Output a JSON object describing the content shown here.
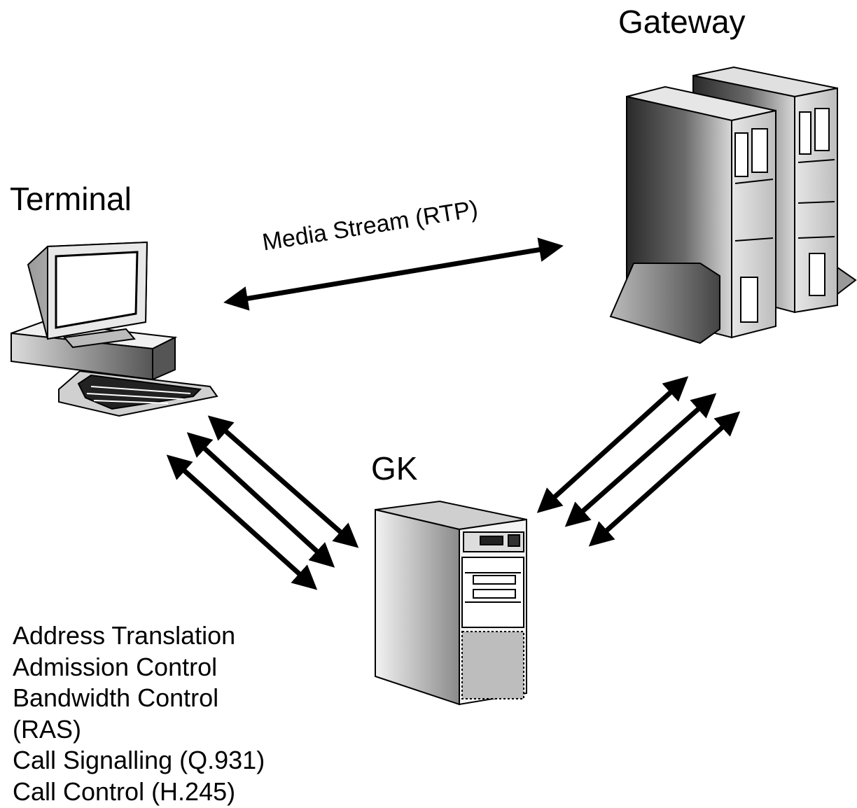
{
  "labels": {
    "gateway": "Gateway",
    "terminal": "Terminal",
    "gk": "GK",
    "media_stream": "Media Stream (RTP)"
  },
  "gk_functions": [
    "Address Translation",
    "Admission Control",
    "Bandwidth Control",
    "(RAS)",
    "Call Signalling (Q.931)",
    "Call Control (H.245)"
  ],
  "links": [
    {
      "from": "terminal",
      "to": "gateway",
      "label": "media_stream",
      "count": 1
    },
    {
      "from": "terminal",
      "to": "gk",
      "count": 3
    },
    {
      "from": "gk",
      "to": "gateway",
      "count": 3
    }
  ],
  "colors": {
    "ink": "#000000",
    "background": "#ffffff"
  },
  "icons": {
    "terminal": "desktop-computer-icon",
    "gateway": "tower-server-pair-icon",
    "gk": "tower-server-icon"
  }
}
